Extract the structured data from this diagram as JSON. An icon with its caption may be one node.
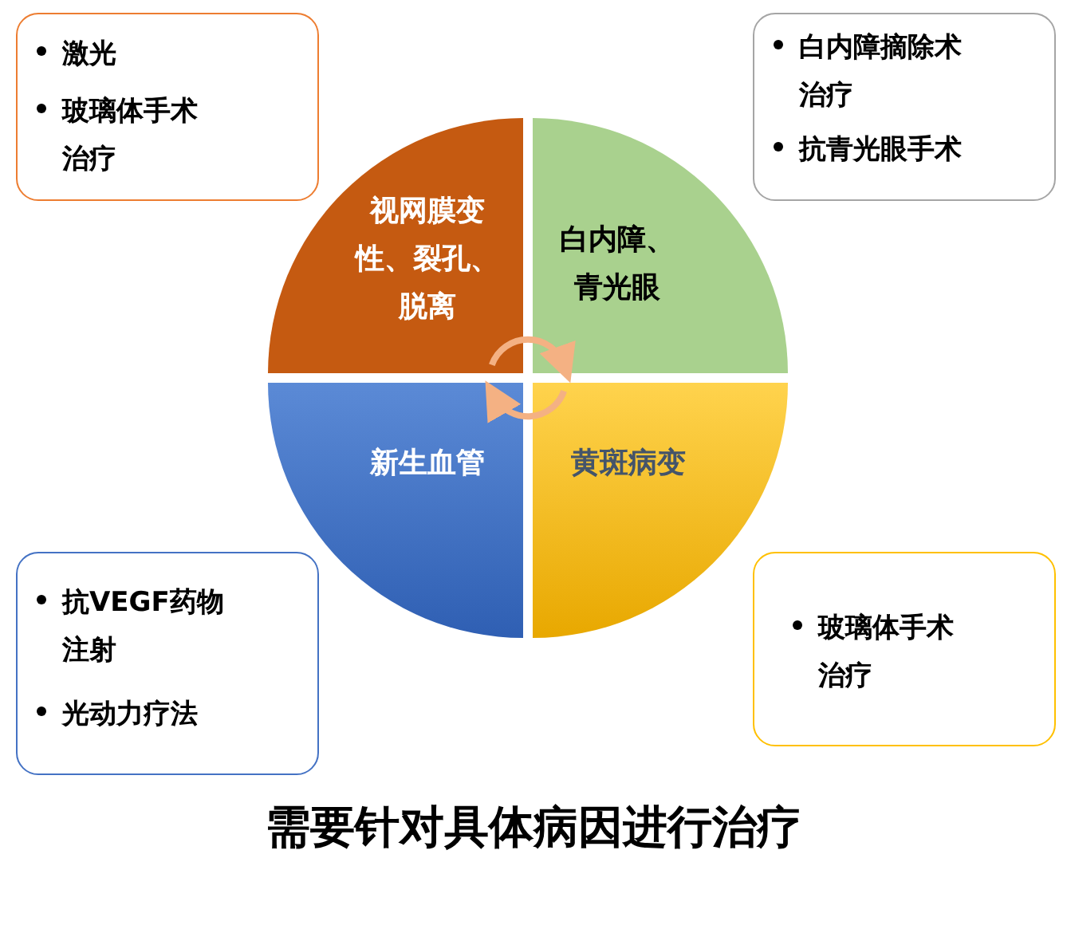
{
  "diagram": {
    "caption": "需要针对具体病因进行治疗",
    "nodes": [
      {
        "text": [
          "视网膜变性、裂孔、脱离"
        ]
      },
      {
        "text": [
          "白内障、青光眼"
        ]
      },
      {
        "text": [
          "新生血管"
        ]
      },
      {
        "text": [
          "黄斑病变"
        ]
      },
      {
        "text": [
          "激光",
          "玻璃体手术治疗"
        ]
      },
      {
        "text": [
          "白内障摘除术治疗",
          "抗青光眼手术"
        ]
      },
      {
        "text": [
          "抗VEGF药物注射",
          "光动力疗法"
        ]
      },
      {
        "text": [
          "玻璃体手术治疗"
        ]
      }
    ],
    "edges": [
      {
        "from": 0,
        "to": 1,
        "arrow": "to"
      },
      {
        "from": 3,
        "to": 2,
        "arrow": "to"
      }
    ]
  }
}
